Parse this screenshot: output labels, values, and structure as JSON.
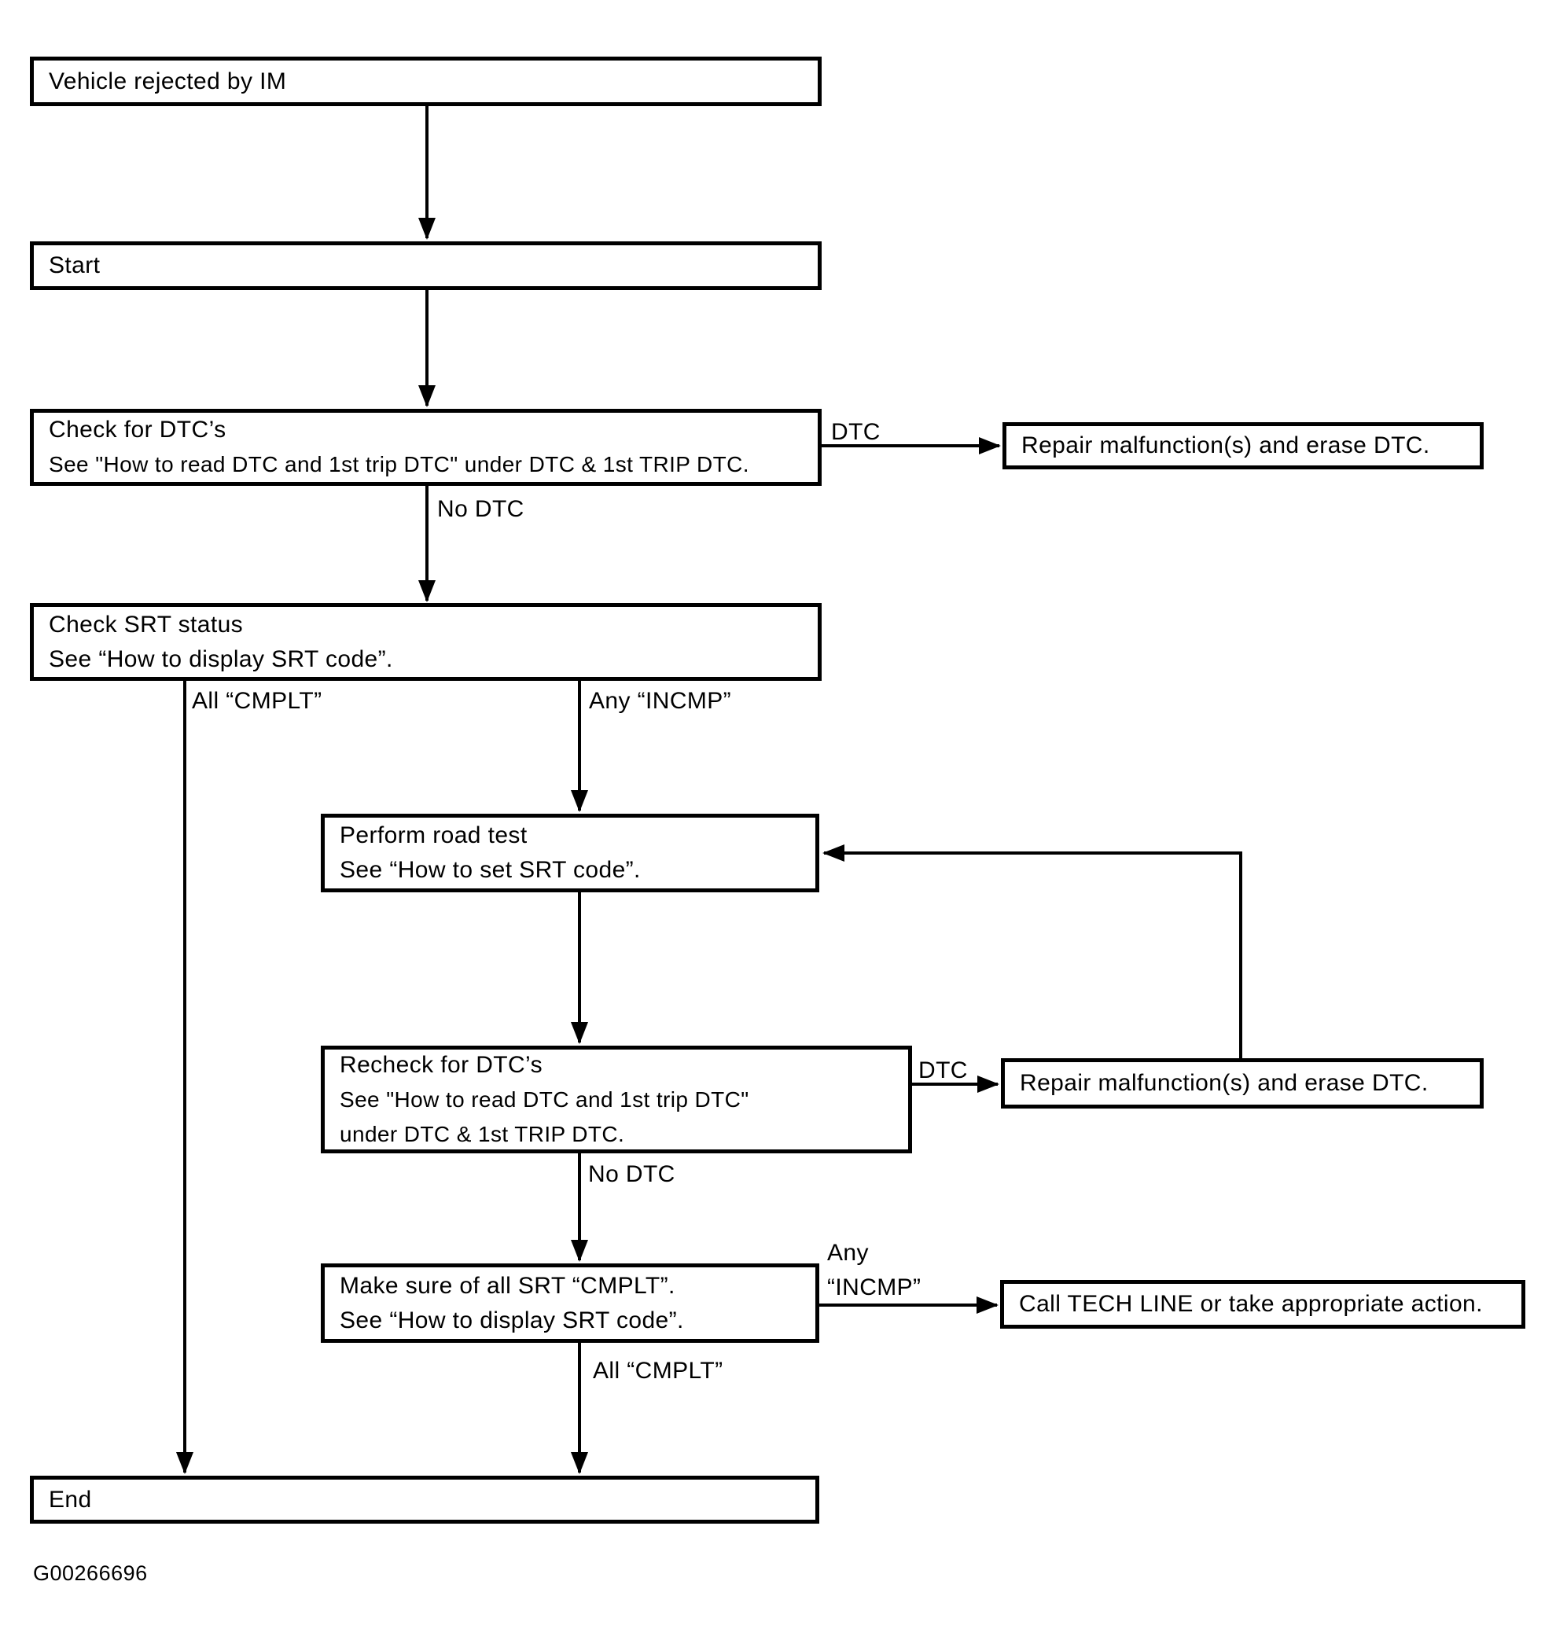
{
  "diagram": {
    "type": "flowchart",
    "figure_id": "G00266696",
    "colors": {
      "ink": "#000000",
      "background": "#ffffff"
    },
    "nodes": {
      "vehicle_rejected": {
        "line1": "Vehicle rejected by IM"
      },
      "start": {
        "line1": "Start"
      },
      "check_dtc": {
        "line1": "Check for DTC’s",
        "line2": "See \"How to read DTC and 1st trip DTC\" under DTC & 1st TRIP DTC."
      },
      "check_srt": {
        "line1": "Check SRT status",
        "line2": "See “How to display SRT code”."
      },
      "road_test": {
        "line1": "Perform road test",
        "line2": "See “How to set SRT code”."
      },
      "recheck_dtc": {
        "line1": "Recheck for DTC’s",
        "line2": "See \"How to read DTC and 1st trip DTC\"",
        "line3": "under DTC & 1st TRIP DTC."
      },
      "make_sure_srt": {
        "line1": "Make sure of all SRT “CMPLT”.",
        "line2": "See “How to display SRT code”."
      },
      "repair_1": {
        "line1": "Repair malfunction(s) and erase DTC."
      },
      "repair_2": {
        "line1": "Repair malfunction(s) and erase DTC."
      },
      "call_tech_line": {
        "line1": "Call TECH LINE or take appropriate action."
      },
      "end": {
        "line1": "End"
      }
    },
    "edge_labels": {
      "dtc_1": "DTC",
      "no_dtc_1": "No DTC",
      "all_cmplt_1": "All “CMPLT”",
      "any_incmp_1": "Any “INCMP”",
      "dtc_2": "DTC",
      "no_dtc_2": "No DTC",
      "any_2_line1": "Any",
      "any_2_line2": "“INCMP”",
      "all_cmplt_2": "All “CMPLT”"
    }
  }
}
